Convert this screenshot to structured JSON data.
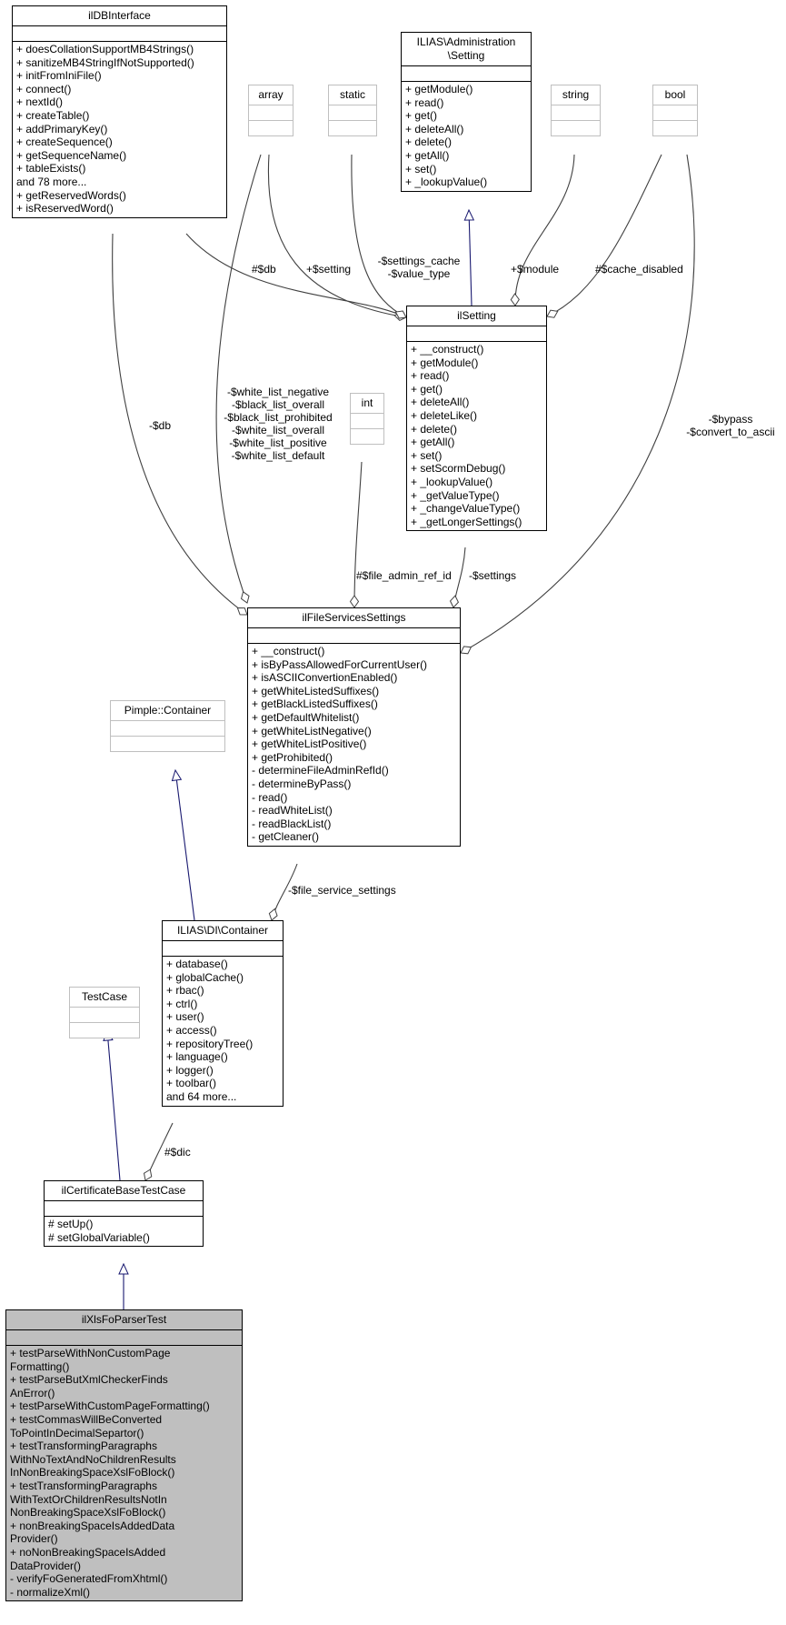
{
  "colors": {
    "inheritance": "#191970",
    "usage": "#404040",
    "focus_fill": "#bfbfbf",
    "external_border": "#bfbfbf"
  },
  "classes": {
    "ilDBInterface": {
      "title": "ilDBInterface",
      "attrs": [],
      "methods": [
        "+ doesCollationSupportMB4Strings()",
        "+ sanitizeMB4StringIfNotSupported()",
        "+ initFromIniFile()",
        "+ connect()",
        "+ nextId()",
        "+ createTable()",
        "+ addPrimaryKey()",
        "+ createSequence()",
        "+ getSequenceName()",
        "+ tableExists()",
        "and 78 more...",
        "+ getReservedWords()",
        "+ isReservedWord()"
      ]
    },
    "ilias_setting": {
      "title_line1": "ILIAS\\Administration",
      "title_line2": "\\Setting",
      "attrs": [],
      "methods": [
        "+ getModule()",
        "+ read()",
        "+ get()",
        "+ deleteAll()",
        "+ delete()",
        "+ getAll()",
        "+ set()",
        "+ _lookupValue()"
      ]
    },
    "array": {
      "title": "array"
    },
    "static": {
      "title": "static"
    },
    "string": {
      "title": "string"
    },
    "bool": {
      "title": "bool"
    },
    "int": {
      "title": "int"
    },
    "ilSetting": {
      "title": "ilSetting",
      "attrs": [],
      "methods": [
        "+ __construct()",
        "+ getModule()",
        "+ read()",
        "+ get()",
        "+ deleteAll()",
        "+ deleteLike()",
        "+ delete()",
        "+ getAll()",
        "+ set()",
        "+ setScormDebug()",
        "+ _lookupValue()",
        "+ _getValueType()",
        "+ _changeValueType()",
        "+ _getLongerSettings()"
      ]
    },
    "ilFileServicesSettings": {
      "title": "ilFileServicesSettings",
      "attrs": [],
      "methods": [
        "+ __construct()",
        "+ isByPassAllowedForCurrentUser()",
        "+ isASCIIConvertionEnabled()",
        "+ getWhiteListedSuffixes()",
        "+ getBlackListedSuffixes()",
        "+ getDefaultWhitelist()",
        "+ getWhiteListNegative()",
        "+ getWhiteListPositive()",
        "+ getProhibited()",
        "- determineFileAdminRefId()",
        "- determineByPass()",
        "- read()",
        "- readWhiteList()",
        "- readBlackList()",
        "- getCleaner()"
      ]
    },
    "pimple": {
      "title": "Pimple::Container"
    },
    "di_container": {
      "title": "ILIAS\\DI\\Container",
      "attrs": [],
      "methods": [
        "+ database()",
        "+ globalCache()",
        "+ rbac()",
        "+ ctrl()",
        "+ user()",
        "+ access()",
        "+ repositoryTree()",
        "+ language()",
        "+ logger()",
        "+ toolbar()",
        "and 64 more..."
      ]
    },
    "testcase": {
      "title": "TestCase"
    },
    "base_test": {
      "title": "ilCertificateBaseTestCase",
      "attrs": [],
      "methods": [
        "# setUp()",
        "# setGlobalVariable()"
      ]
    },
    "parser_test": {
      "title": "ilXlsFoParserTest",
      "attrs": [],
      "methods": [
        "+ testParseWithNonCustomPage",
        "Formatting()",
        "+ testParseButXmlCheckerFinds",
        "AnError()",
        "+ testParseWithCustomPageFormatting()",
        "+ testCommasWillBeConverted",
        "ToPointInDecimalSepartor()",
        "+ testTransformingParagraphs",
        "WithNoTextAndNoChildrenResults",
        "InNonBreakingSpaceXslFoBlock()",
        "+ testTransformingParagraphs",
        "WithTextOrChildrenResultsNotIn",
        "NonBreakingSpaceXslFoBlock()",
        "+ nonBreakingSpaceIsAddedData",
        "Provider()",
        "+ noNonBreakingSpaceIsAdded",
        "DataProvider()",
        "- verifyFoGeneratedFromXhtml()",
        "- normalizeXml()"
      ]
    }
  },
  "edge_labels": {
    "db_hash": "#$db",
    "setting": "+$setting",
    "settings_cache": "-$settings_cache",
    "value_type": "-$value_type",
    "module": "+$module",
    "cache_disabled": "#$cache_disabled",
    "db_minus": "-$db",
    "lists": [
      "-$white_list_negative",
      "-$black_list_overall",
      "-$black_list_prohibited",
      "-$white_list_overall",
      "-$white_list_positive",
      "-$white_list_default"
    ],
    "bypass": "-$bypass",
    "convert": "-$convert_to_ascii",
    "file_admin_ref_id": "#$file_admin_ref_id",
    "settings": "-$settings",
    "file_service_settings": "-$file_service_settings",
    "dic": "#$dic"
  }
}
